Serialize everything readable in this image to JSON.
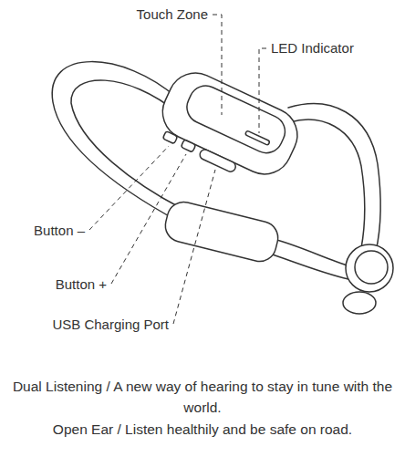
{
  "diagram": {
    "labels": [
      "Touch Zone",
      "LED Indicator",
      "Button –",
      "Button +",
      "USB Charging Port",
      "Dual Listening / A new way of hearing to stay in tune with the world.",
      "Open Ear / Listen healthily and be safe on road."
    ]
  }
}
